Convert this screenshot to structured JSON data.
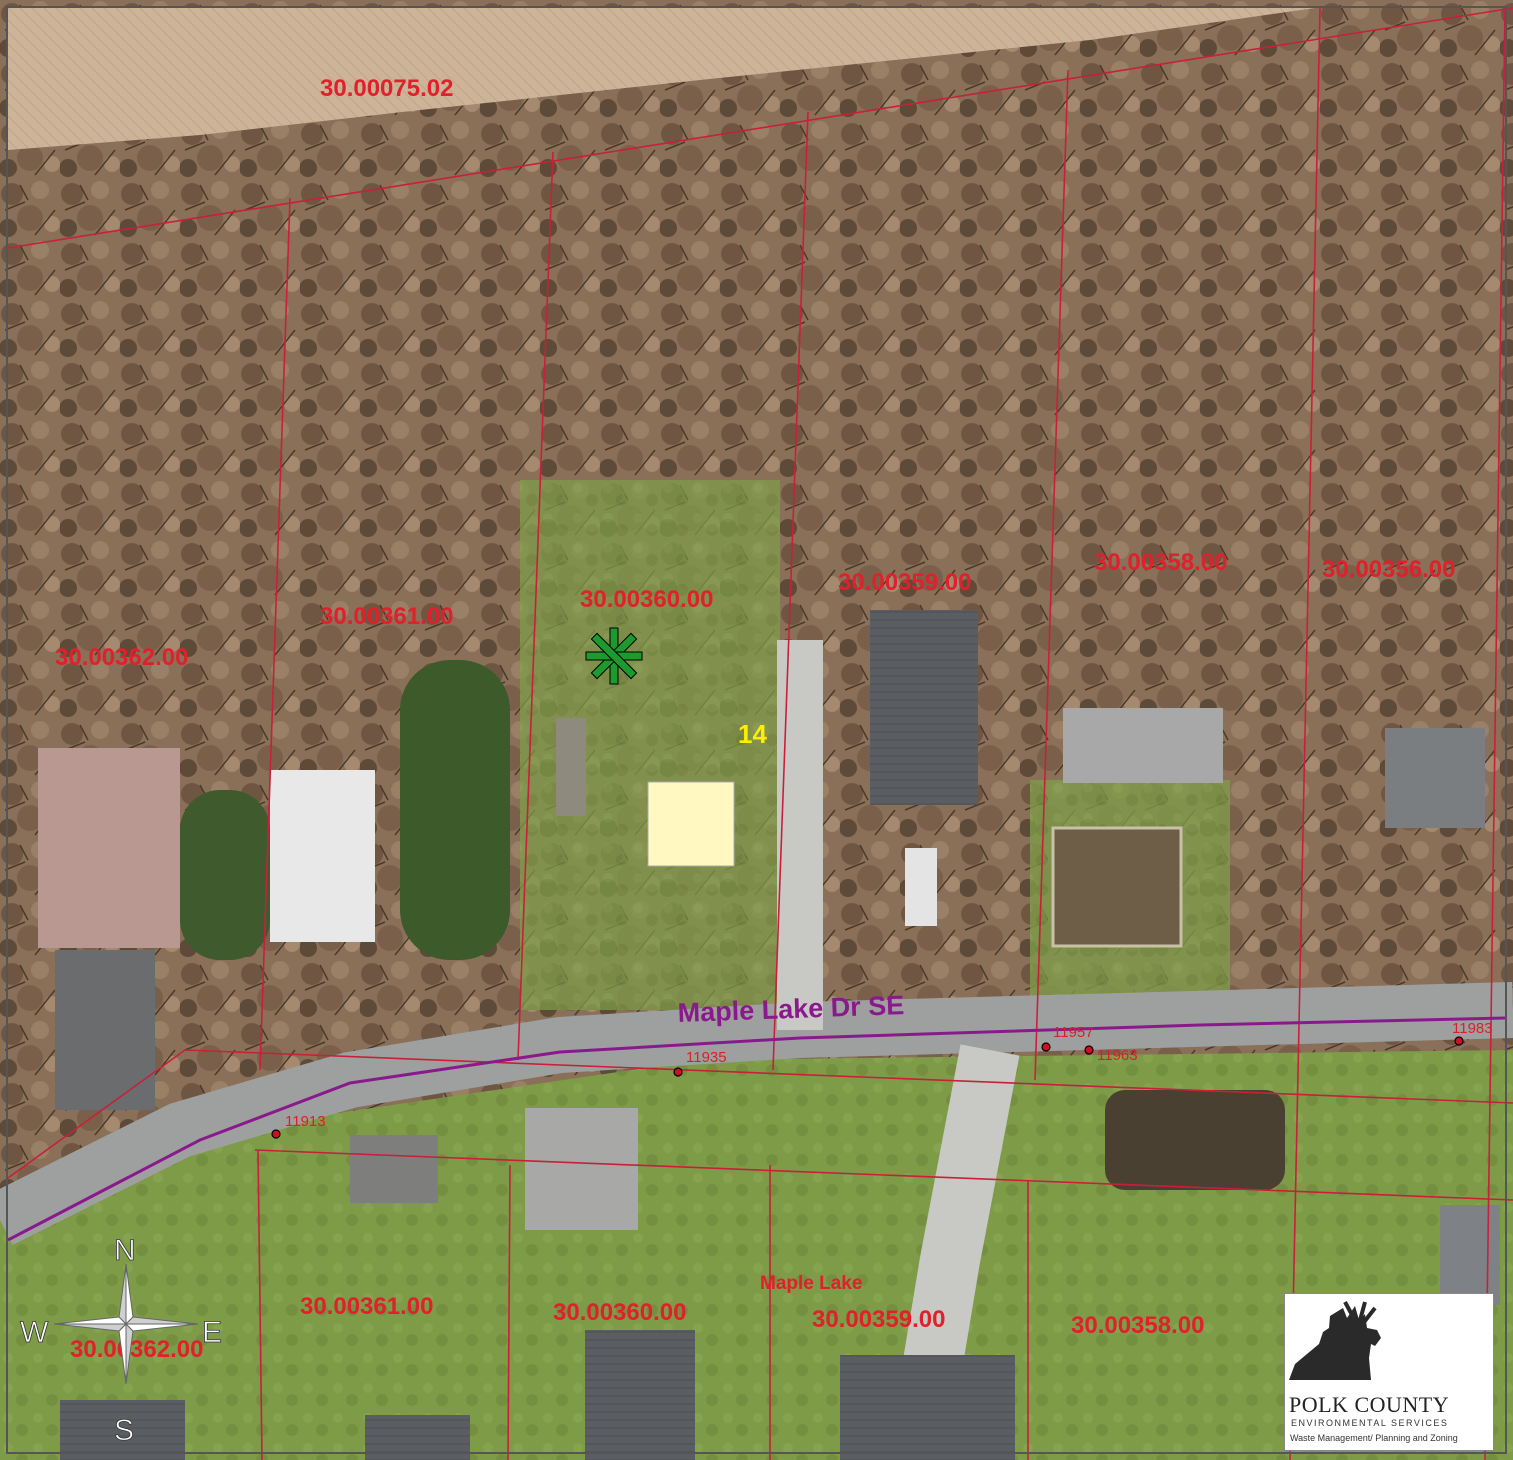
{
  "parcels": {
    "north": "30.00075.02",
    "n362": "30.00362.00",
    "n361": "30.00361.00",
    "n360": "30.00360.00",
    "n359": "30.00359.00",
    "n358": "30.00358.00",
    "n356": "30.00356.00",
    "s361": "30.00361.00",
    "s360": "30.00360.00",
    "s359": "30.00359.00",
    "s358": "30.00358.00",
    "s362": "30.00362.00"
  },
  "addresses": {
    "a11913": "11913",
    "a11935": "11935",
    "a11957": "11957",
    "a11963": "11963",
    "a11983": "11983"
  },
  "road": {
    "name": "Maple Lake Dr SE"
  },
  "lot": {
    "number": "14"
  },
  "lake": {
    "name": "Maple Lake"
  },
  "compass": {
    "n": "N",
    "s": "S",
    "e": "E",
    "w": "W"
  },
  "logo": {
    "org": "POLK COUNTY",
    "dept": "ENVIRONMENTAL SERVICES",
    "sub": "Waste Management/ Planning and Zoning"
  },
  "colors": {
    "parcel_line": "#c8203a",
    "road_line": "#8a1a8c",
    "marker": "#1c9a2e",
    "proposed_site": "#fff8c0"
  }
}
